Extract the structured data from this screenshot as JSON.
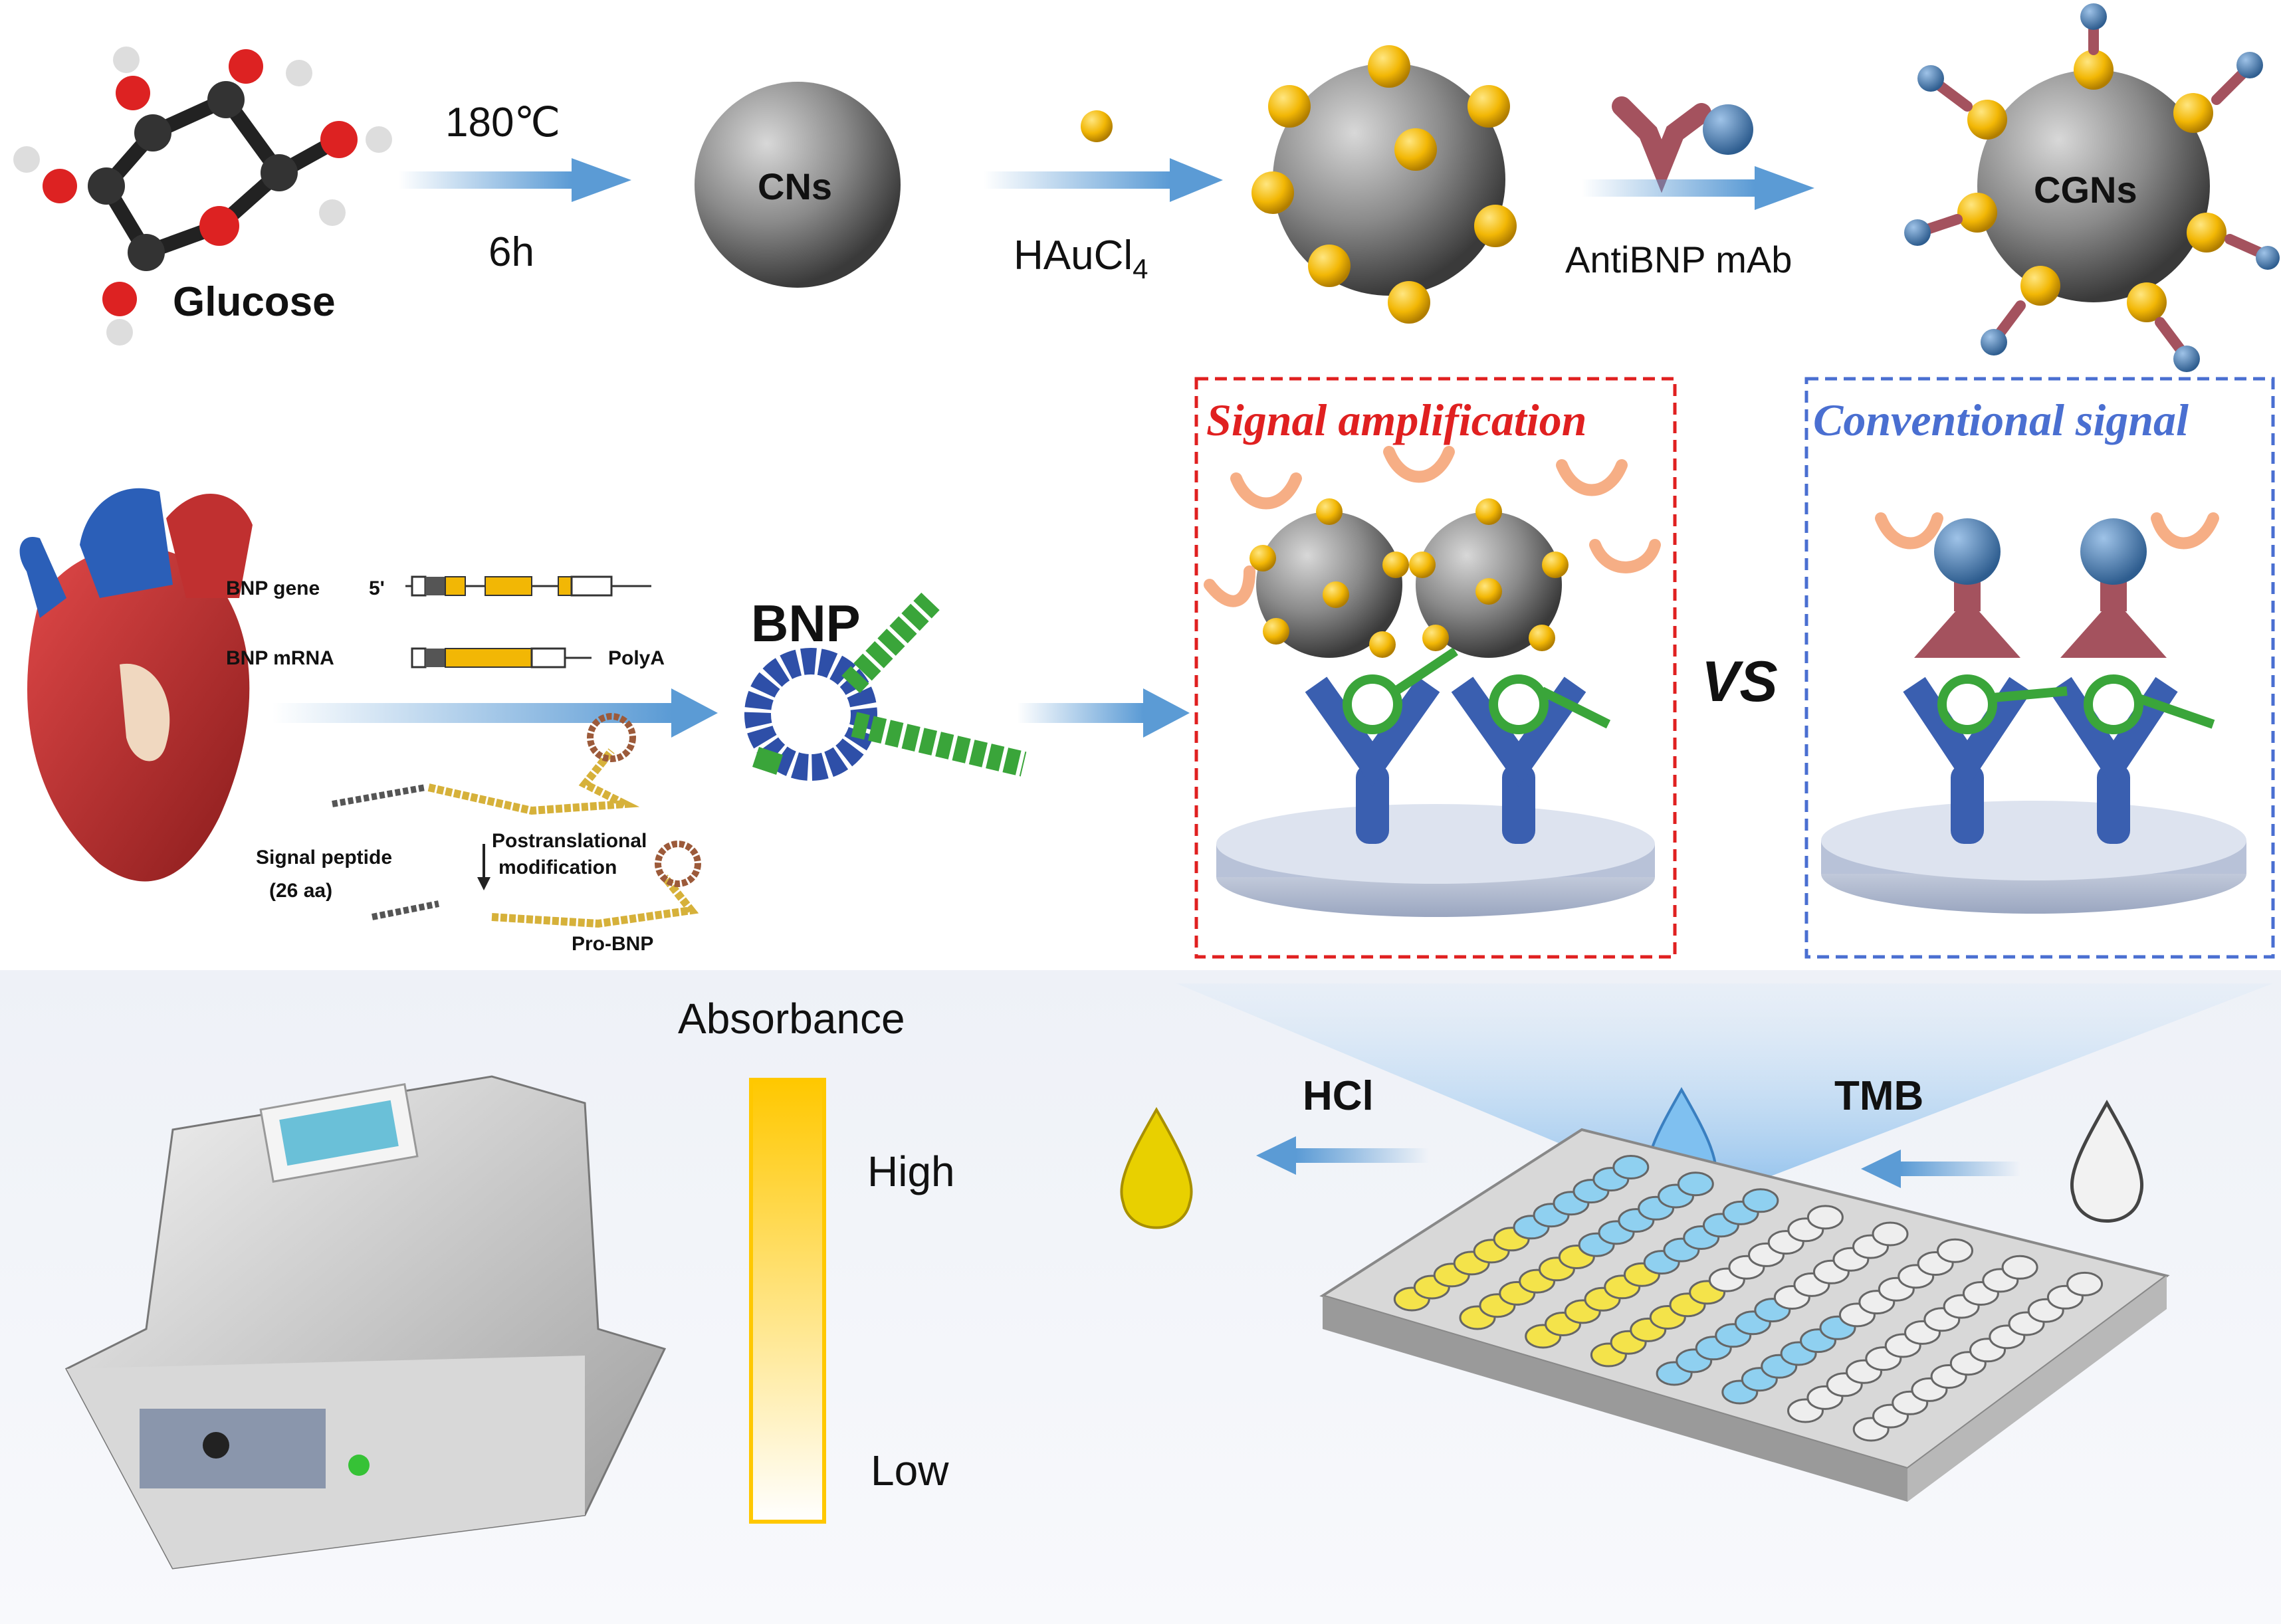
{
  "synthesis": {
    "glucose_label": "Glucose",
    "step1_temp": "180℃",
    "step1_time": "6h",
    "cns_label": "CNs",
    "step2_reagent_main": "HAuCl",
    "step2_reagent_sub": "4",
    "step3_reagent": "AntiBNP mAb",
    "cgns_label": "CGNs"
  },
  "bnp": {
    "gene_label": "BNP gene",
    "gene_prime": "5'",
    "mrna_label": "BNP mRNA",
    "polya_label": "PolyA",
    "signal_peptide": "Signal peptide",
    "signal_peptide_aa": "(26 aa)",
    "postranslational_1": "Postranslational",
    "postranslational_2": "modification",
    "pro_bnp": "Pro-BNP",
    "bnp_title": "BNP"
  },
  "comparison": {
    "amplification_title": "Signal amplification",
    "conventional_title": "Conventional signal",
    "vs_label": "VS"
  },
  "detection": {
    "absorbance_title": "Absorbance",
    "high_label": "High",
    "low_label": "Low",
    "hcl_label": "HCl",
    "tmb_label": "TMB"
  },
  "colors": {
    "gold": "#f2b705",
    "arrow_blue": "#5b9bd5",
    "amplification_red": "#e02020",
    "conventional_blue": "#4a6fd1",
    "antibody_red": "#a4525e",
    "antibody_blue": "#3a5fb0",
    "bnp_green": "#3aa53a",
    "well_yellow": "#f4e34a",
    "well_blue": "#8fd0f0"
  }
}
